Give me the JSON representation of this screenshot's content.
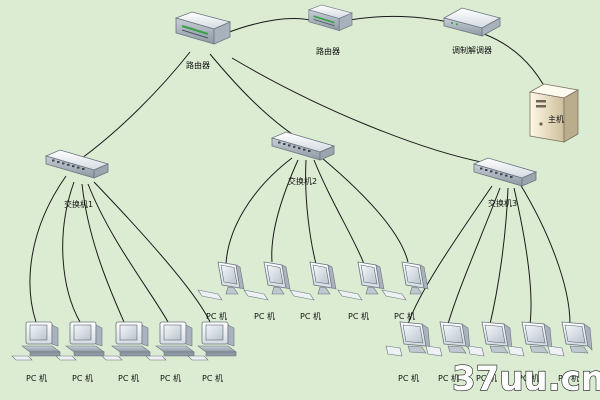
{
  "labels": {
    "router1": "路由器",
    "router2": "路由器",
    "modem": "调制解调器",
    "host": "主机",
    "switch1": "交换机1",
    "switch2": "交换机2",
    "switch3": "交换机3",
    "pc": "PC 机"
  },
  "watermark": "37uu.cn",
  "colors": {
    "background": "#dbecd2",
    "line": "#1a1a1a",
    "device_body": "#e8ecef",
    "device_edge": "#6b7580"
  },
  "icons": {
    "router": "router-icon",
    "modem": "modem-icon",
    "host": "server-tower-icon",
    "switch": "network-switch-icon",
    "pc": "desktop-computer-icon"
  }
}
